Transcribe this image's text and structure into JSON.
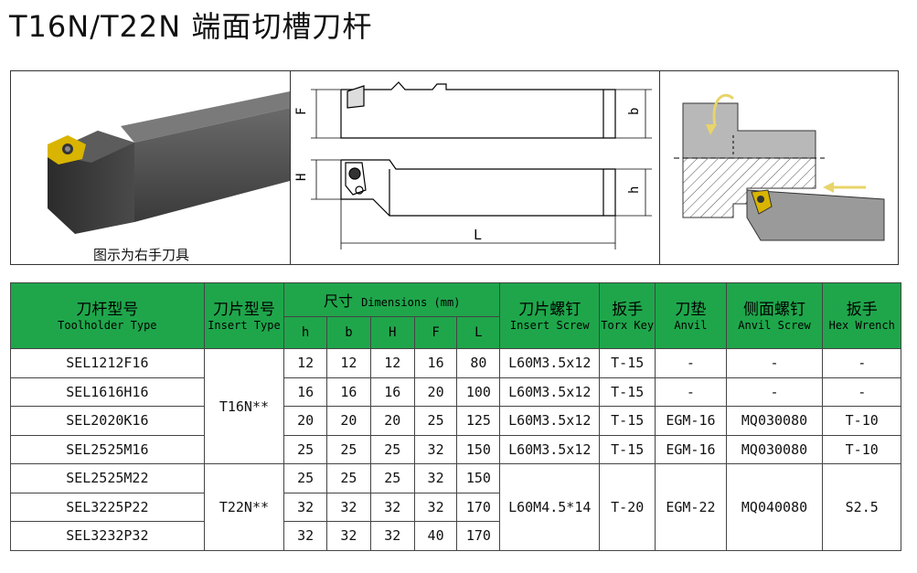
{
  "title": "T16N/T22N 端面切槽刀杆",
  "figure": {
    "caption": "图示为右手刀具",
    "dim_labels": {
      "F": "F",
      "H": "H",
      "b": "b",
      "h": "h",
      "L": "L"
    }
  },
  "table": {
    "headers": {
      "toolholder_cn": "刀杆型号",
      "toolholder_en": "Toolholder Type",
      "insert_cn": "刀片型号",
      "insert_en": "Insert Type",
      "dimensions_cn": "尺寸",
      "dimensions_en": "Dimensions (mm)",
      "dims": [
        "h",
        "b",
        "H",
        "F",
        "L"
      ],
      "screw_cn": "刀片螺钉",
      "screw_en": "Insert Screw",
      "torx_cn": "扳手",
      "torx_en": "Torx Key",
      "anvil_cn": "刀垫",
      "anvil_en": "Anvil",
      "anvil_screw_cn": "侧面螺钉",
      "anvil_screw_en": "Anvil Screw",
      "hex_cn": "扳手",
      "hex_en": "Hex Wrench"
    },
    "groups": [
      {
        "insert": "T16N**",
        "rows": [
          {
            "type": "SEL1212F16",
            "h": "12",
            "b": "12",
            "H": "12",
            "F": "16",
            "L": "80",
            "screw": "L60M3.5x12",
            "torx": "T-15",
            "anvil": "-",
            "anvil_screw": "-",
            "hex": "-"
          },
          {
            "type": "SEL1616H16",
            "h": "16",
            "b": "16",
            "H": "16",
            "F": "20",
            "L": "100",
            "screw": "L60M3.5x12",
            "torx": "T-15",
            "anvil": "-",
            "anvil_screw": "-",
            "hex": "-"
          },
          {
            "type": "SEL2020K16",
            "h": "20",
            "b": "20",
            "H": "20",
            "F": "25",
            "L": "125",
            "screw": "L60M3.5x12",
            "torx": "T-15",
            "anvil": "EGM-16",
            "anvil_screw": "MQ030080",
            "hex": "T-10"
          },
          {
            "type": "SEL2525M16",
            "h": "25",
            "b": "25",
            "H": "25",
            "F": "32",
            "L": "150",
            "screw": "L60M3.5x12",
            "torx": "T-15",
            "anvil": "EGM-16",
            "anvil_screw": "MQ030080",
            "hex": "T-10"
          }
        ]
      },
      {
        "insert": "T22N**",
        "screw": "L60M4.5*14",
        "torx": "T-20",
        "anvil": "EGM-22",
        "anvil_screw": "MQ040080",
        "hex": "S2.5",
        "rows": [
          {
            "type": "SEL2525M22",
            "h": "25",
            "b": "25",
            "H": "25",
            "F": "32",
            "L": "150"
          },
          {
            "type": "SEL3225P22",
            "h": "32",
            "b": "32",
            "H": "32",
            "F": "32",
            "L": "170"
          },
          {
            "type": "SEL3232P32",
            "h": "32",
            "b": "32",
            "H": "32",
            "F": "40",
            "L": "170"
          }
        ]
      }
    ]
  }
}
